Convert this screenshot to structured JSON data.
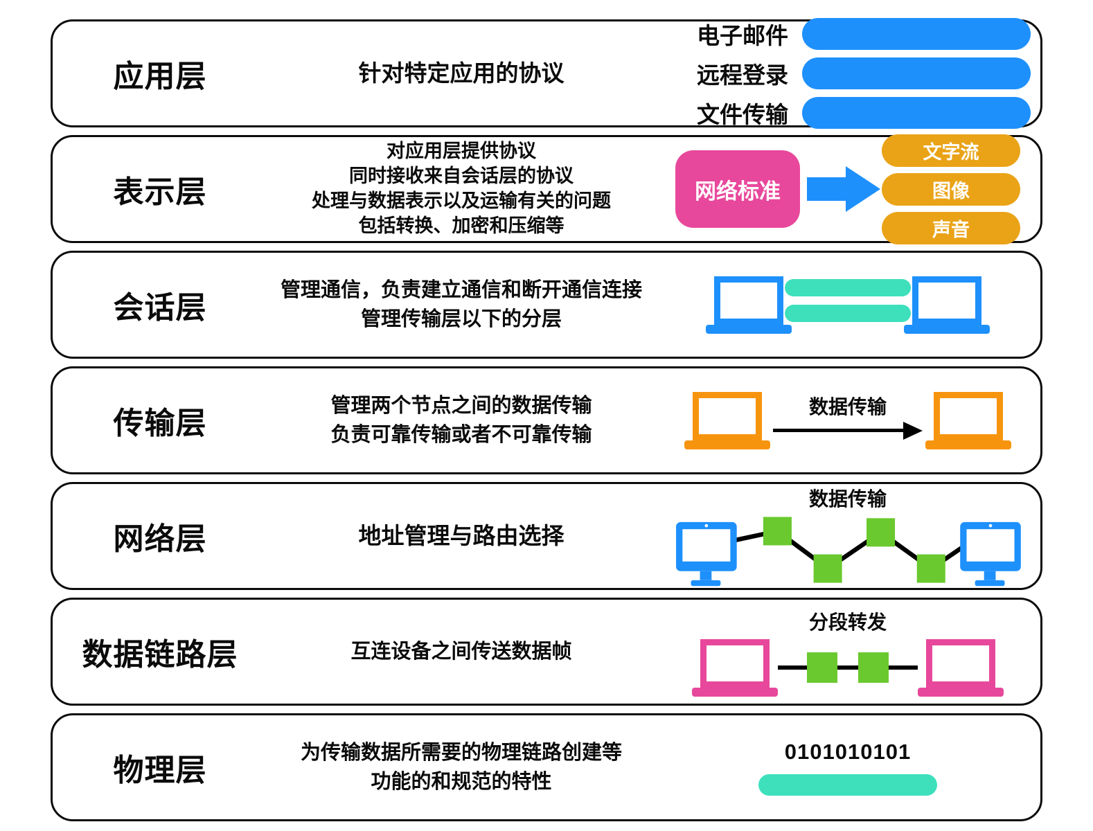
{
  "colors": {
    "blue": "#1E90FC",
    "pink": "#E8489B",
    "orange": "#EAA317",
    "orange_bright": "#F7940E",
    "teal": "#3EE0BC",
    "green": "#6AC92E",
    "line": "#0B0B0B"
  },
  "layers": [
    {
      "name": "应用层",
      "description": [
        "针对特定应用的协议"
      ],
      "graphic": {
        "type": "protocol-bars",
        "items": [
          "电子邮件",
          "远程登录",
          "文件传输"
        ]
      }
    },
    {
      "name": "表示层",
      "description": [
        "对应用层提供协议",
        "同时接收来自会话层的协议",
        "处理与数据表示以及运输有关的问题",
        "包括转换、加密和压缩等"
      ],
      "graphic": {
        "type": "standard-transform",
        "source": "网络标准",
        "targets": [
          "文字流",
          "图像",
          "声音"
        ]
      }
    },
    {
      "name": "会话层",
      "description": [
        "管理通信，负责建立通信和断开通信连接",
        "管理传输层以下的分层"
      ],
      "graphic": {
        "type": "session-link"
      }
    },
    {
      "name": "传输层",
      "description": [
        "管理两个节点之间的数据传输",
        "负责可靠传输或者不可靠传输"
      ],
      "graphic": {
        "type": "transport-arrow",
        "label": "数据传输"
      }
    },
    {
      "name": "网络层",
      "description": [
        "地址管理与路由选择"
      ],
      "graphic": {
        "type": "network-route",
        "label": "数据传输"
      }
    },
    {
      "name": "数据链路层",
      "description": [
        "互连设备之间传送数据帧"
      ],
      "graphic": {
        "type": "datalink-forward",
        "label": "分段转发"
      }
    },
    {
      "name": "物理层",
      "description": [
        "为传输数据所需要的物理链路创建等",
        "功能的和规范的特性"
      ],
      "graphic": {
        "type": "physical-bits",
        "label": "0101010101"
      }
    }
  ]
}
